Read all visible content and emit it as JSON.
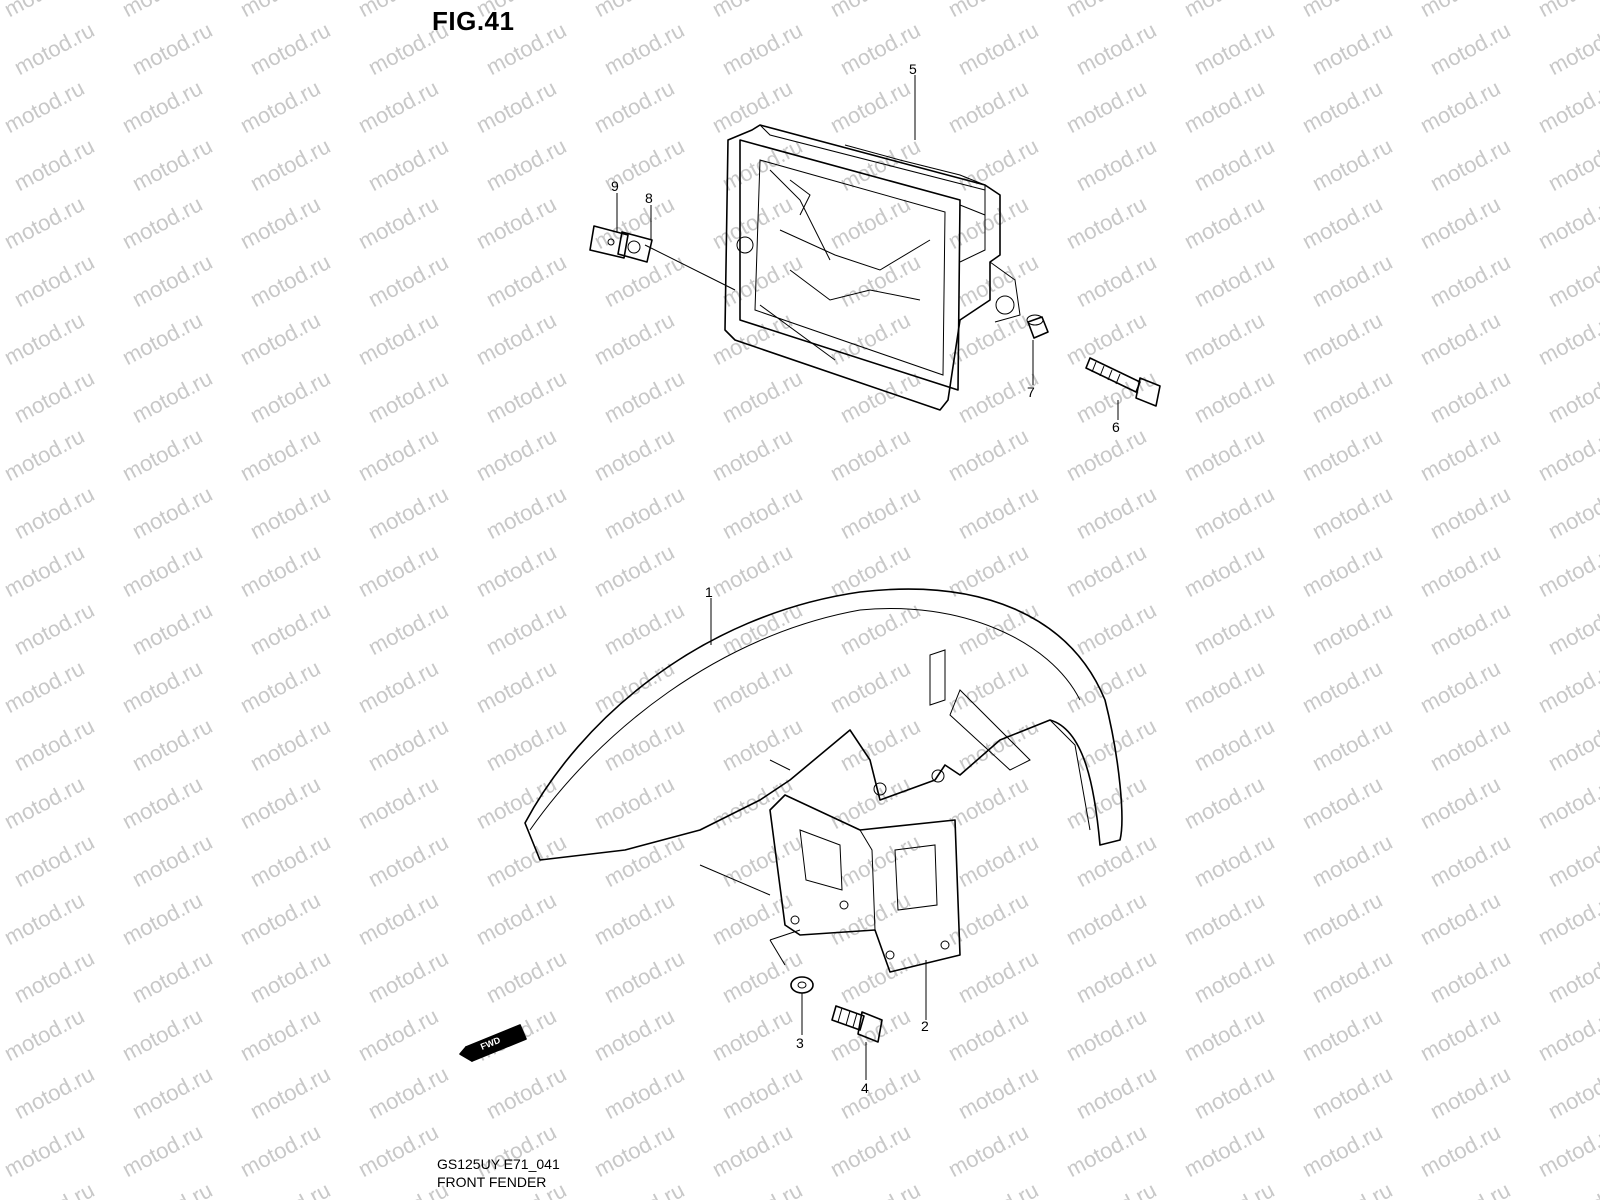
{
  "figure": {
    "title": "FIG.41",
    "model_code": "GS125UY E71_041",
    "section_name": "FRONT FENDER",
    "watermark_text": "motod.ru",
    "fwd_label": "FWD"
  },
  "callouts": [
    "1",
    "2",
    "3",
    "4",
    "5",
    "6",
    "7",
    "8",
    "9"
  ]
}
